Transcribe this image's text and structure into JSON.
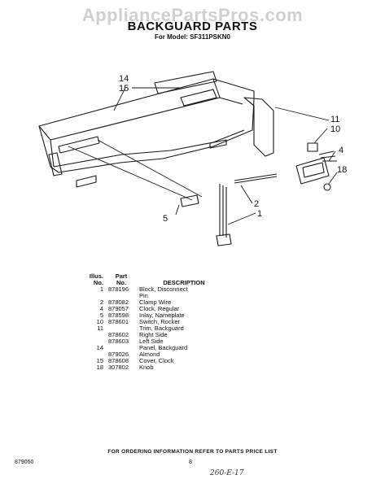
{
  "watermark": "AppliancePartsPros.com",
  "title": "BACKGUARD PARTS",
  "subtitle": "For Model: SF311PSKN0",
  "callouts": [
    "14",
    "15",
    "11",
    "10",
    "4",
    "18",
    "2",
    "1",
    "5"
  ],
  "table": {
    "headers": {
      "illus": "Illus.\nNo.",
      "part": "Part\nNo.",
      "desc": "DESCRIPTION"
    },
    "rows": [
      {
        "illus": "1",
        "part": "878196",
        "desc": "Block, Disconnect"
      },
      {
        "illus": "",
        "part": "",
        "desc": "Pin"
      },
      {
        "illus": "2",
        "part": "878082",
        "desc": "Clamp Wire"
      },
      {
        "illus": "4",
        "part": "879057",
        "desc": "Clock, Regular"
      },
      {
        "illus": "5",
        "part": "878598",
        "desc": "Inlay, Nameplate"
      },
      {
        "illus": "10",
        "part": "878601",
        "desc": "Switch, Rocker"
      },
      {
        "illus": "11",
        "part": "",
        "desc": "Trim, Backguard"
      },
      {
        "illus": "",
        "part": "878602",
        "desc": "Right Side"
      },
      {
        "illus": "",
        "part": "878603",
        "desc": "Left Side"
      },
      {
        "illus": "14",
        "part": "",
        "desc": "Panel, Backguard"
      },
      {
        "illus": "",
        "part": "879026",
        "desc": "Almond"
      },
      {
        "illus": "15",
        "part": "878608",
        "desc": "Cover, Clock"
      },
      {
        "illus": "18",
        "part": "307802",
        "desc": "Knob"
      }
    ]
  },
  "footer": "FOR ORDERING INFORMATION REFER TO PARTS PRICE LIST",
  "doc_code": "879060",
  "page_number": "8",
  "handwritten_note": "260-E-17"
}
